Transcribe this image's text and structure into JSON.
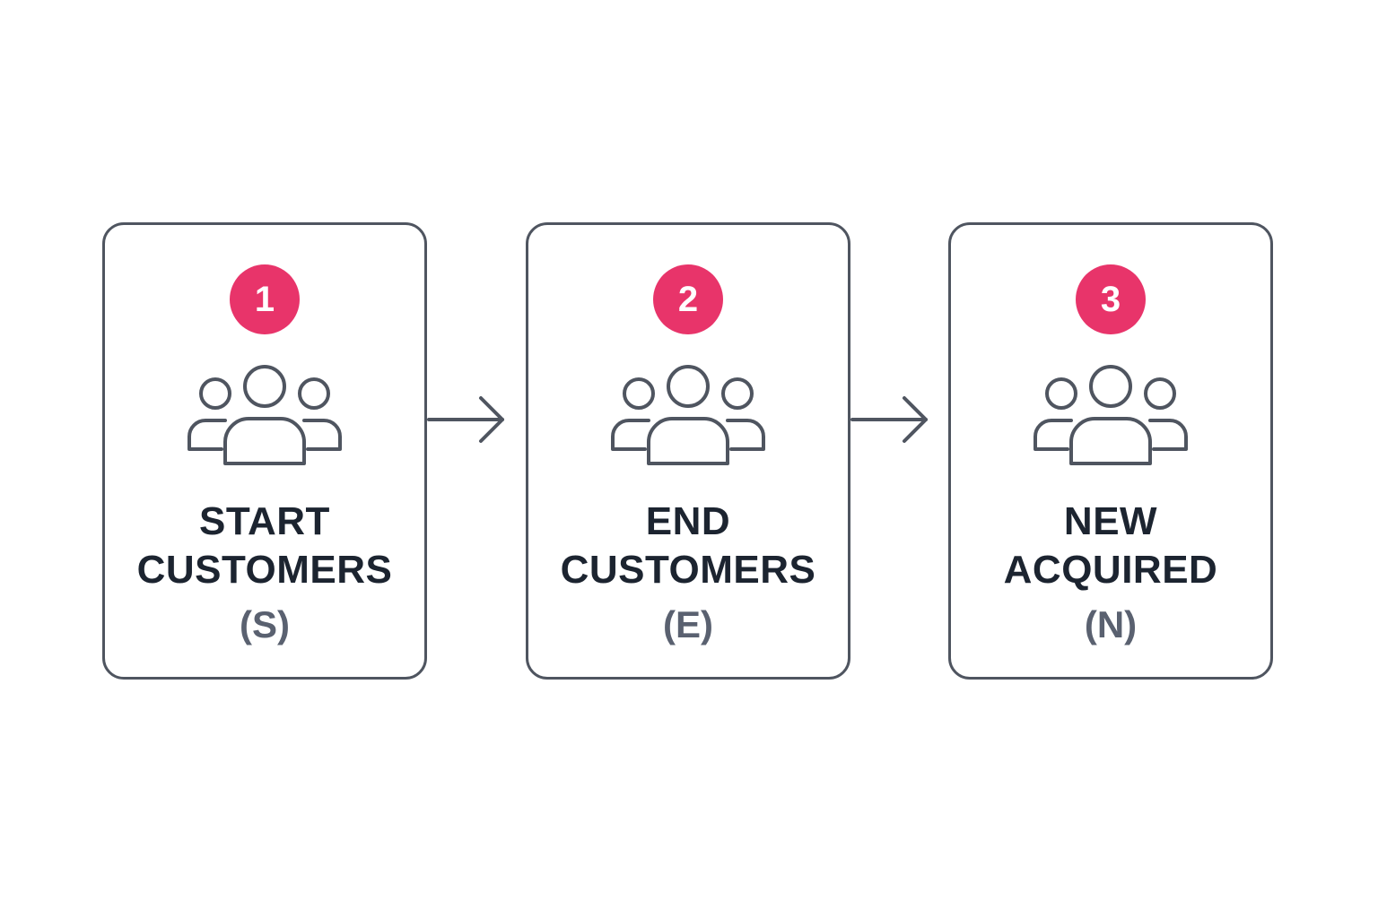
{
  "accent_color": "#e8346a",
  "stroke_color": "#4f5560",
  "steps": [
    {
      "number": "1",
      "title_line1": "START",
      "title_line2": "CUSTOMERS",
      "symbol": "(S)",
      "icon": "people-group-icon"
    },
    {
      "number": "2",
      "title_line1": "END",
      "title_line2": "CUSTOMERS",
      "symbol": "(E)",
      "icon": "people-group-icon"
    },
    {
      "number": "3",
      "title_line1": "NEW",
      "title_line2": "ACQUIRED",
      "symbol": "(N)",
      "icon": "people-group-icon"
    }
  ],
  "connectors": [
    "arrow-right-icon",
    "arrow-right-icon"
  ]
}
